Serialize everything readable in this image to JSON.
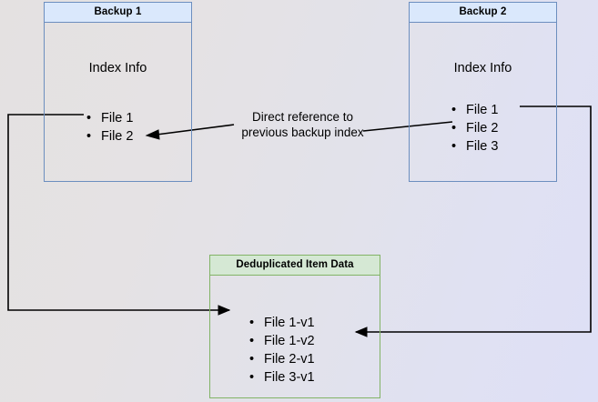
{
  "diagram": {
    "title": "Backup deduplication reference diagram",
    "colors": {
      "blue_border": "#6c8ebf",
      "blue_fill": "#dae8fc",
      "green_border": "#82b366",
      "green_fill": "#d5e8d4",
      "edge": "#000000",
      "background_left": "#e4e1e1",
      "background_right": "#dee0f6"
    }
  },
  "backup1": {
    "header": "Backup 1",
    "body_title": "Index Info",
    "items": [
      "File 1",
      "File 2"
    ]
  },
  "backup2": {
    "header": "Backup 2",
    "body_title": "Index Info",
    "items": [
      "File 1",
      "File 2",
      "File 3"
    ]
  },
  "dedup": {
    "header": "Deduplicated Item Data",
    "items": [
      "File 1-v1",
      "File 1-v2",
      "File 2-v1",
      "File 3-v1"
    ]
  },
  "caption": {
    "text": "Direct reference to\nprevious backup index"
  }
}
